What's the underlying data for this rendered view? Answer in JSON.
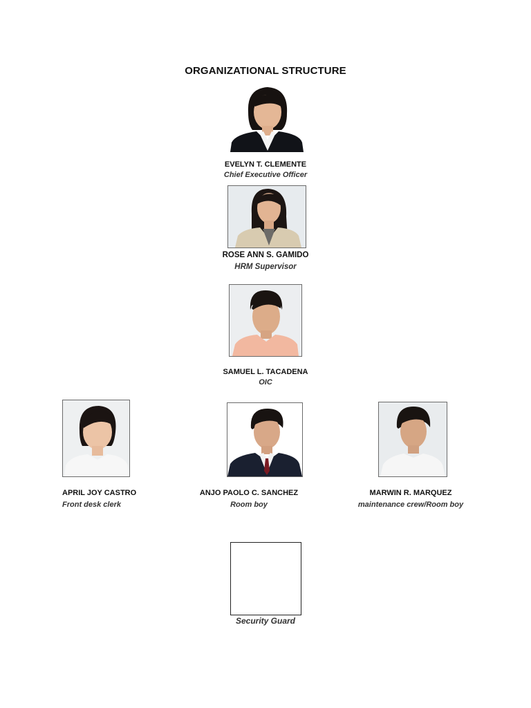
{
  "doc": {
    "title": "ORGANIZATIONAL STRUCTURE"
  },
  "ceo": {
    "name": "EVELYN T. CLEMENTE",
    "role": "Chief Executive Officer"
  },
  "hrm": {
    "name": "ROSE ANN S. GAMIDO",
    "role": "HRM Supervisor"
  },
  "oic": {
    "name": "SAMUEL L. TACADENA",
    "role": "OIC"
  },
  "staff": [
    {
      "name": "APRIL JOY CASTRO",
      "role": "Front desk clerk"
    },
    {
      "name": "ANJO PAOLO C. SANCHEZ",
      "role": "Room boy"
    },
    {
      "name": "MARWIN R. MARQUEZ",
      "role": "maintenance crew/Room boy"
    }
  ],
  "guard": {
    "role": "Security Guard"
  },
  "colors": {
    "suit_dark": "#1b1f2a",
    "skin": "#e3b898",
    "hair": "#1a1412",
    "blazer_beige": "#d9ccb0",
    "shirt_peach": "#f0b9a0",
    "photo_bg": "#e9ecef"
  }
}
